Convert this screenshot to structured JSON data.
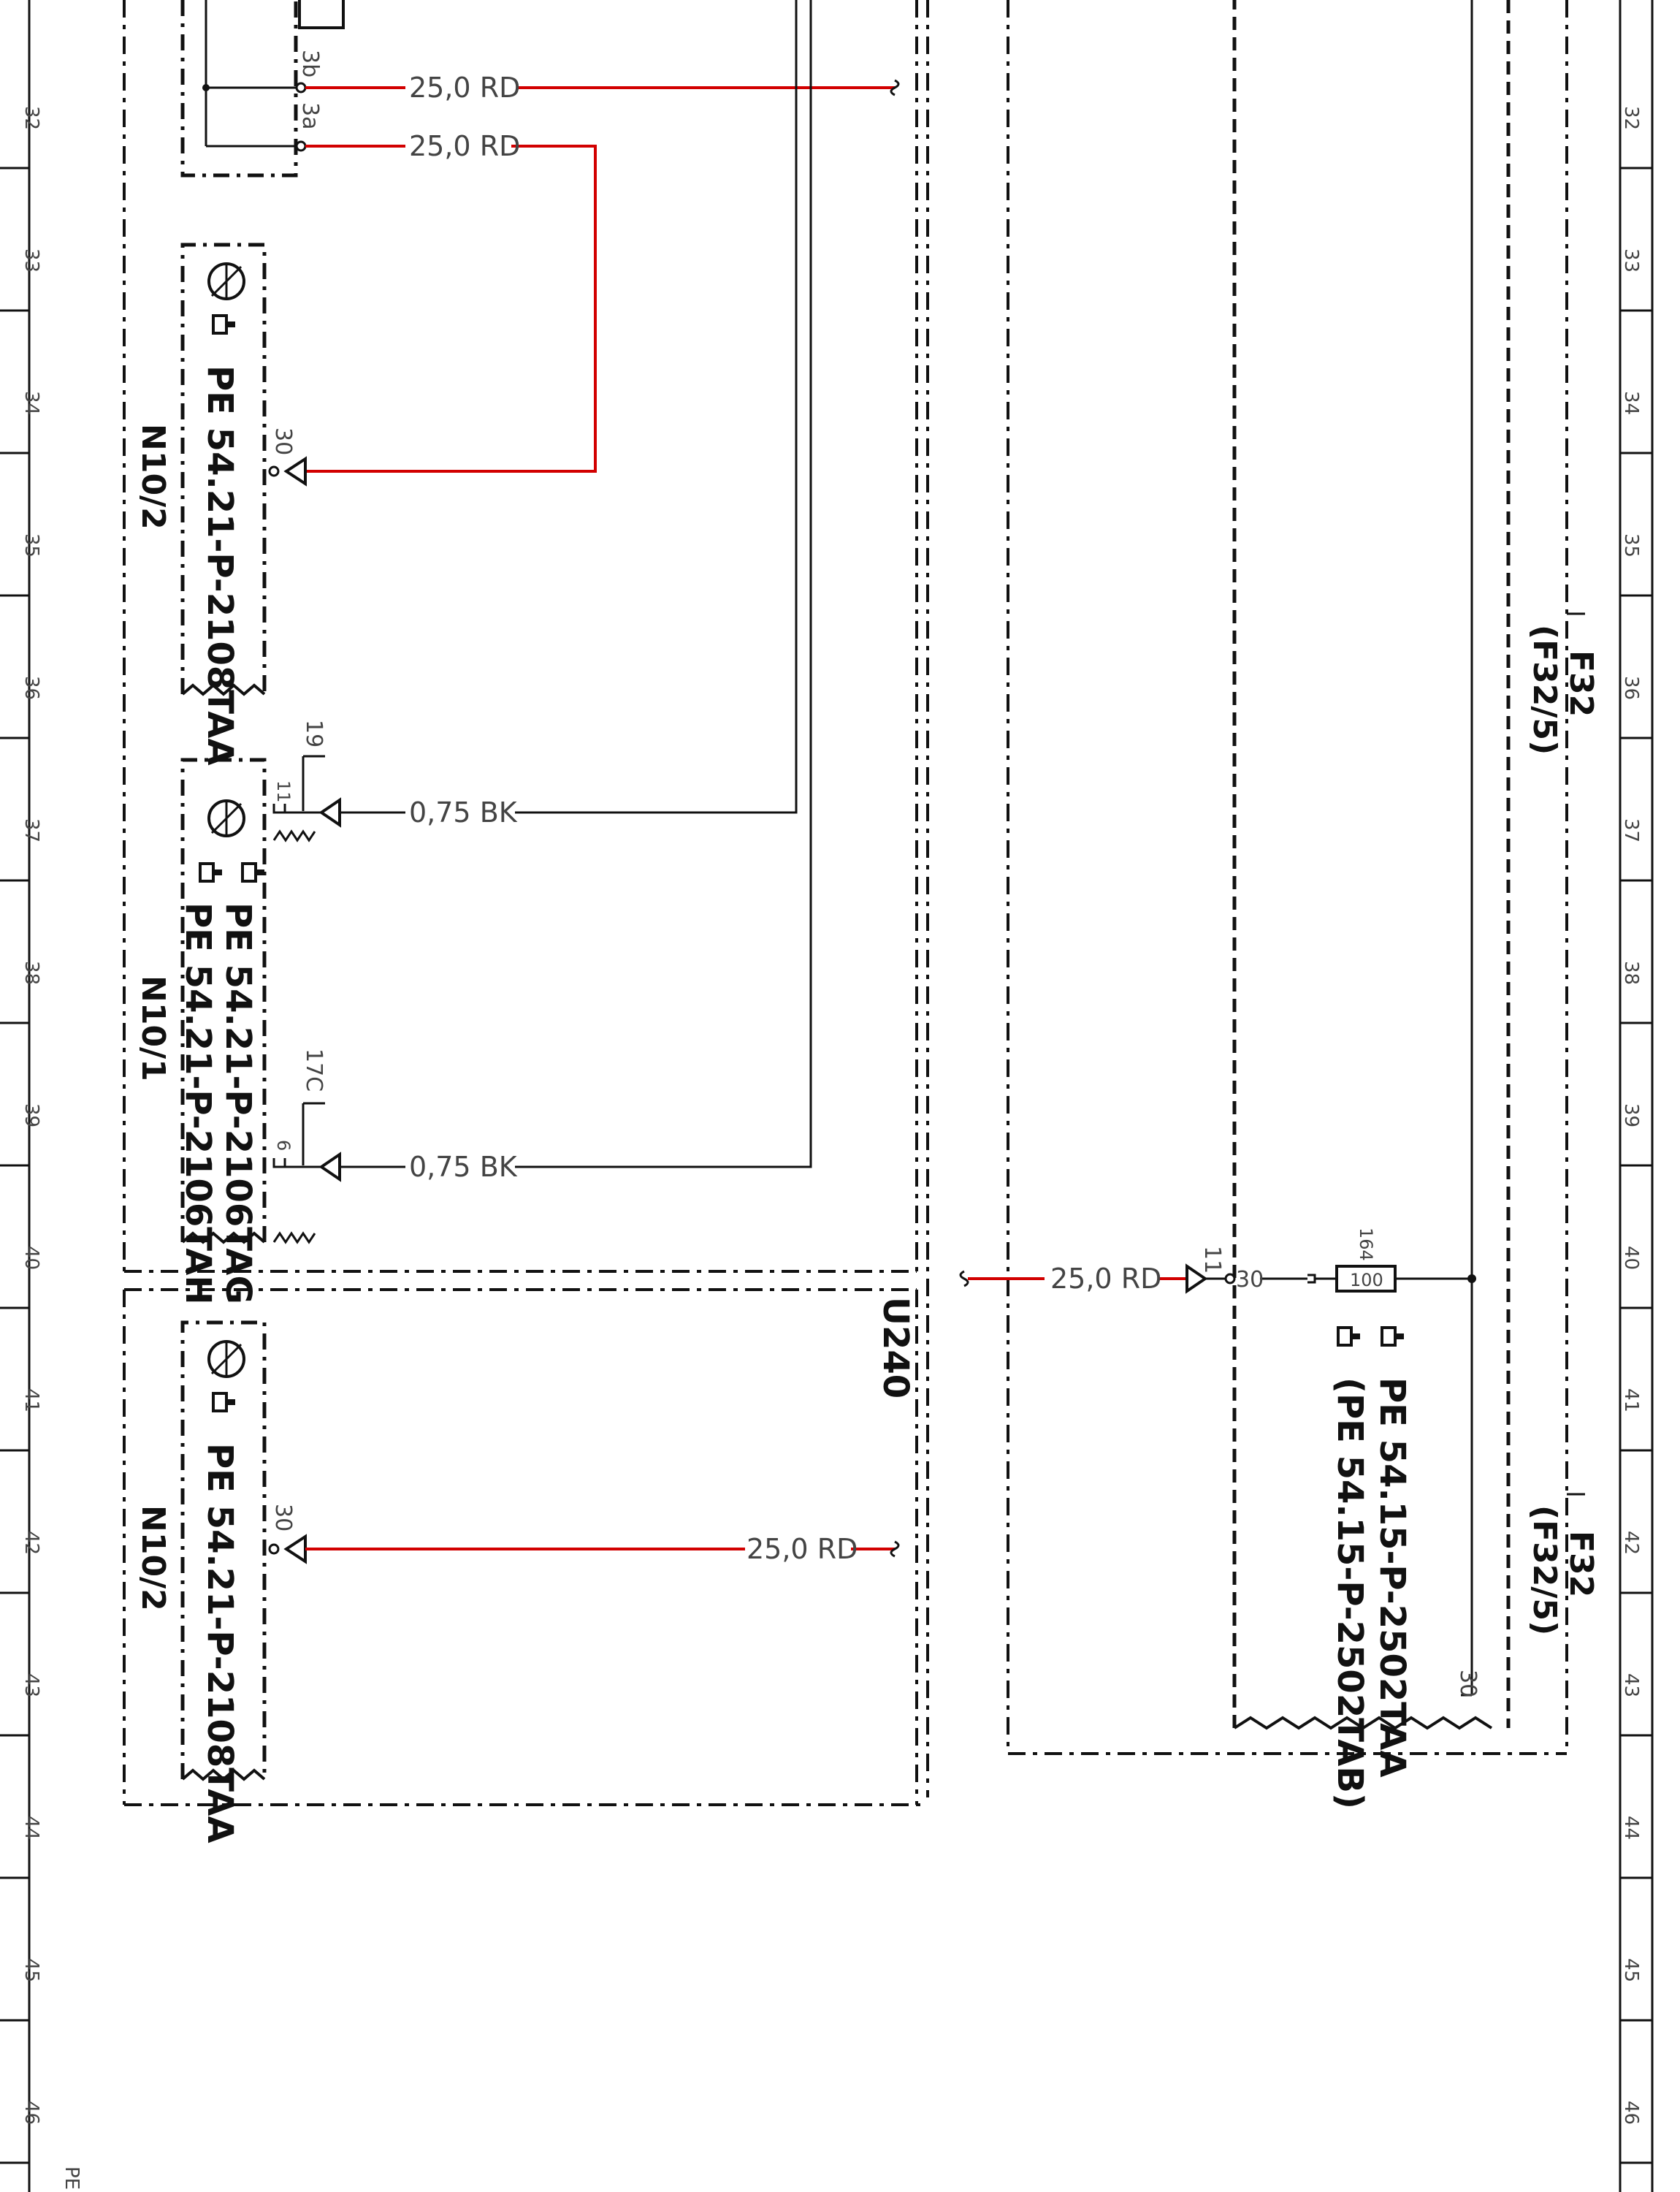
{
  "grid": {
    "rows": [
      "32",
      "33",
      "34",
      "35",
      "36",
      "37",
      "38",
      "39",
      "40",
      "41",
      "42",
      "43",
      "44",
      "45",
      "46"
    ]
  },
  "wires": {
    "w_3b": "25,0 RD",
    "w_3a": "25,0 RD",
    "w_11": "0,75 BK",
    "w_6": "0,75 BK",
    "w_f32": "25,0 RD",
    "w_n102b": "25,0 RD"
  },
  "pins": {
    "p3b": "3b",
    "p3a": "3a",
    "p30_top": "30",
    "p11": "11",
    "p19": "19",
    "p6": "6",
    "p17c": "17C",
    "p_f32_in": "11",
    "p_f32_30": "30",
    "p164": "164",
    "p100": "100",
    "p30_f32_bottom": "30",
    "p30_bottom": "30"
  },
  "components": {
    "n10_2_top": {
      "ref": "N10/2",
      "docs": [
        "PE 54.21-P-2108TAA"
      ]
    },
    "n10_1": {
      "ref": "N10/1",
      "docs": [
        "PE 54.21-P-2106TAG",
        "PE 54.21-P-2106TAH"
      ]
    },
    "n10_2_bottom": {
      "ref": "N10/2",
      "docs": [
        "PE 54.21-P-2108TAA"
      ]
    },
    "u240": {
      "ref": "U240"
    },
    "f32_top": {
      "ref": "F32",
      "sub": "(F32/5)"
    },
    "f32_bottom": {
      "ref": "F32",
      "sub": "(F32/5)"
    },
    "f32_docs": [
      "PE 54.15-P-2502TAA",
      "(PE 54.15-P-2502TAB)"
    ]
  },
  "footer": {
    "code": "PE"
  },
  "colors": {
    "red_wire": "#d20000",
    "black_wire": "#222222",
    "frame": "#111111"
  }
}
